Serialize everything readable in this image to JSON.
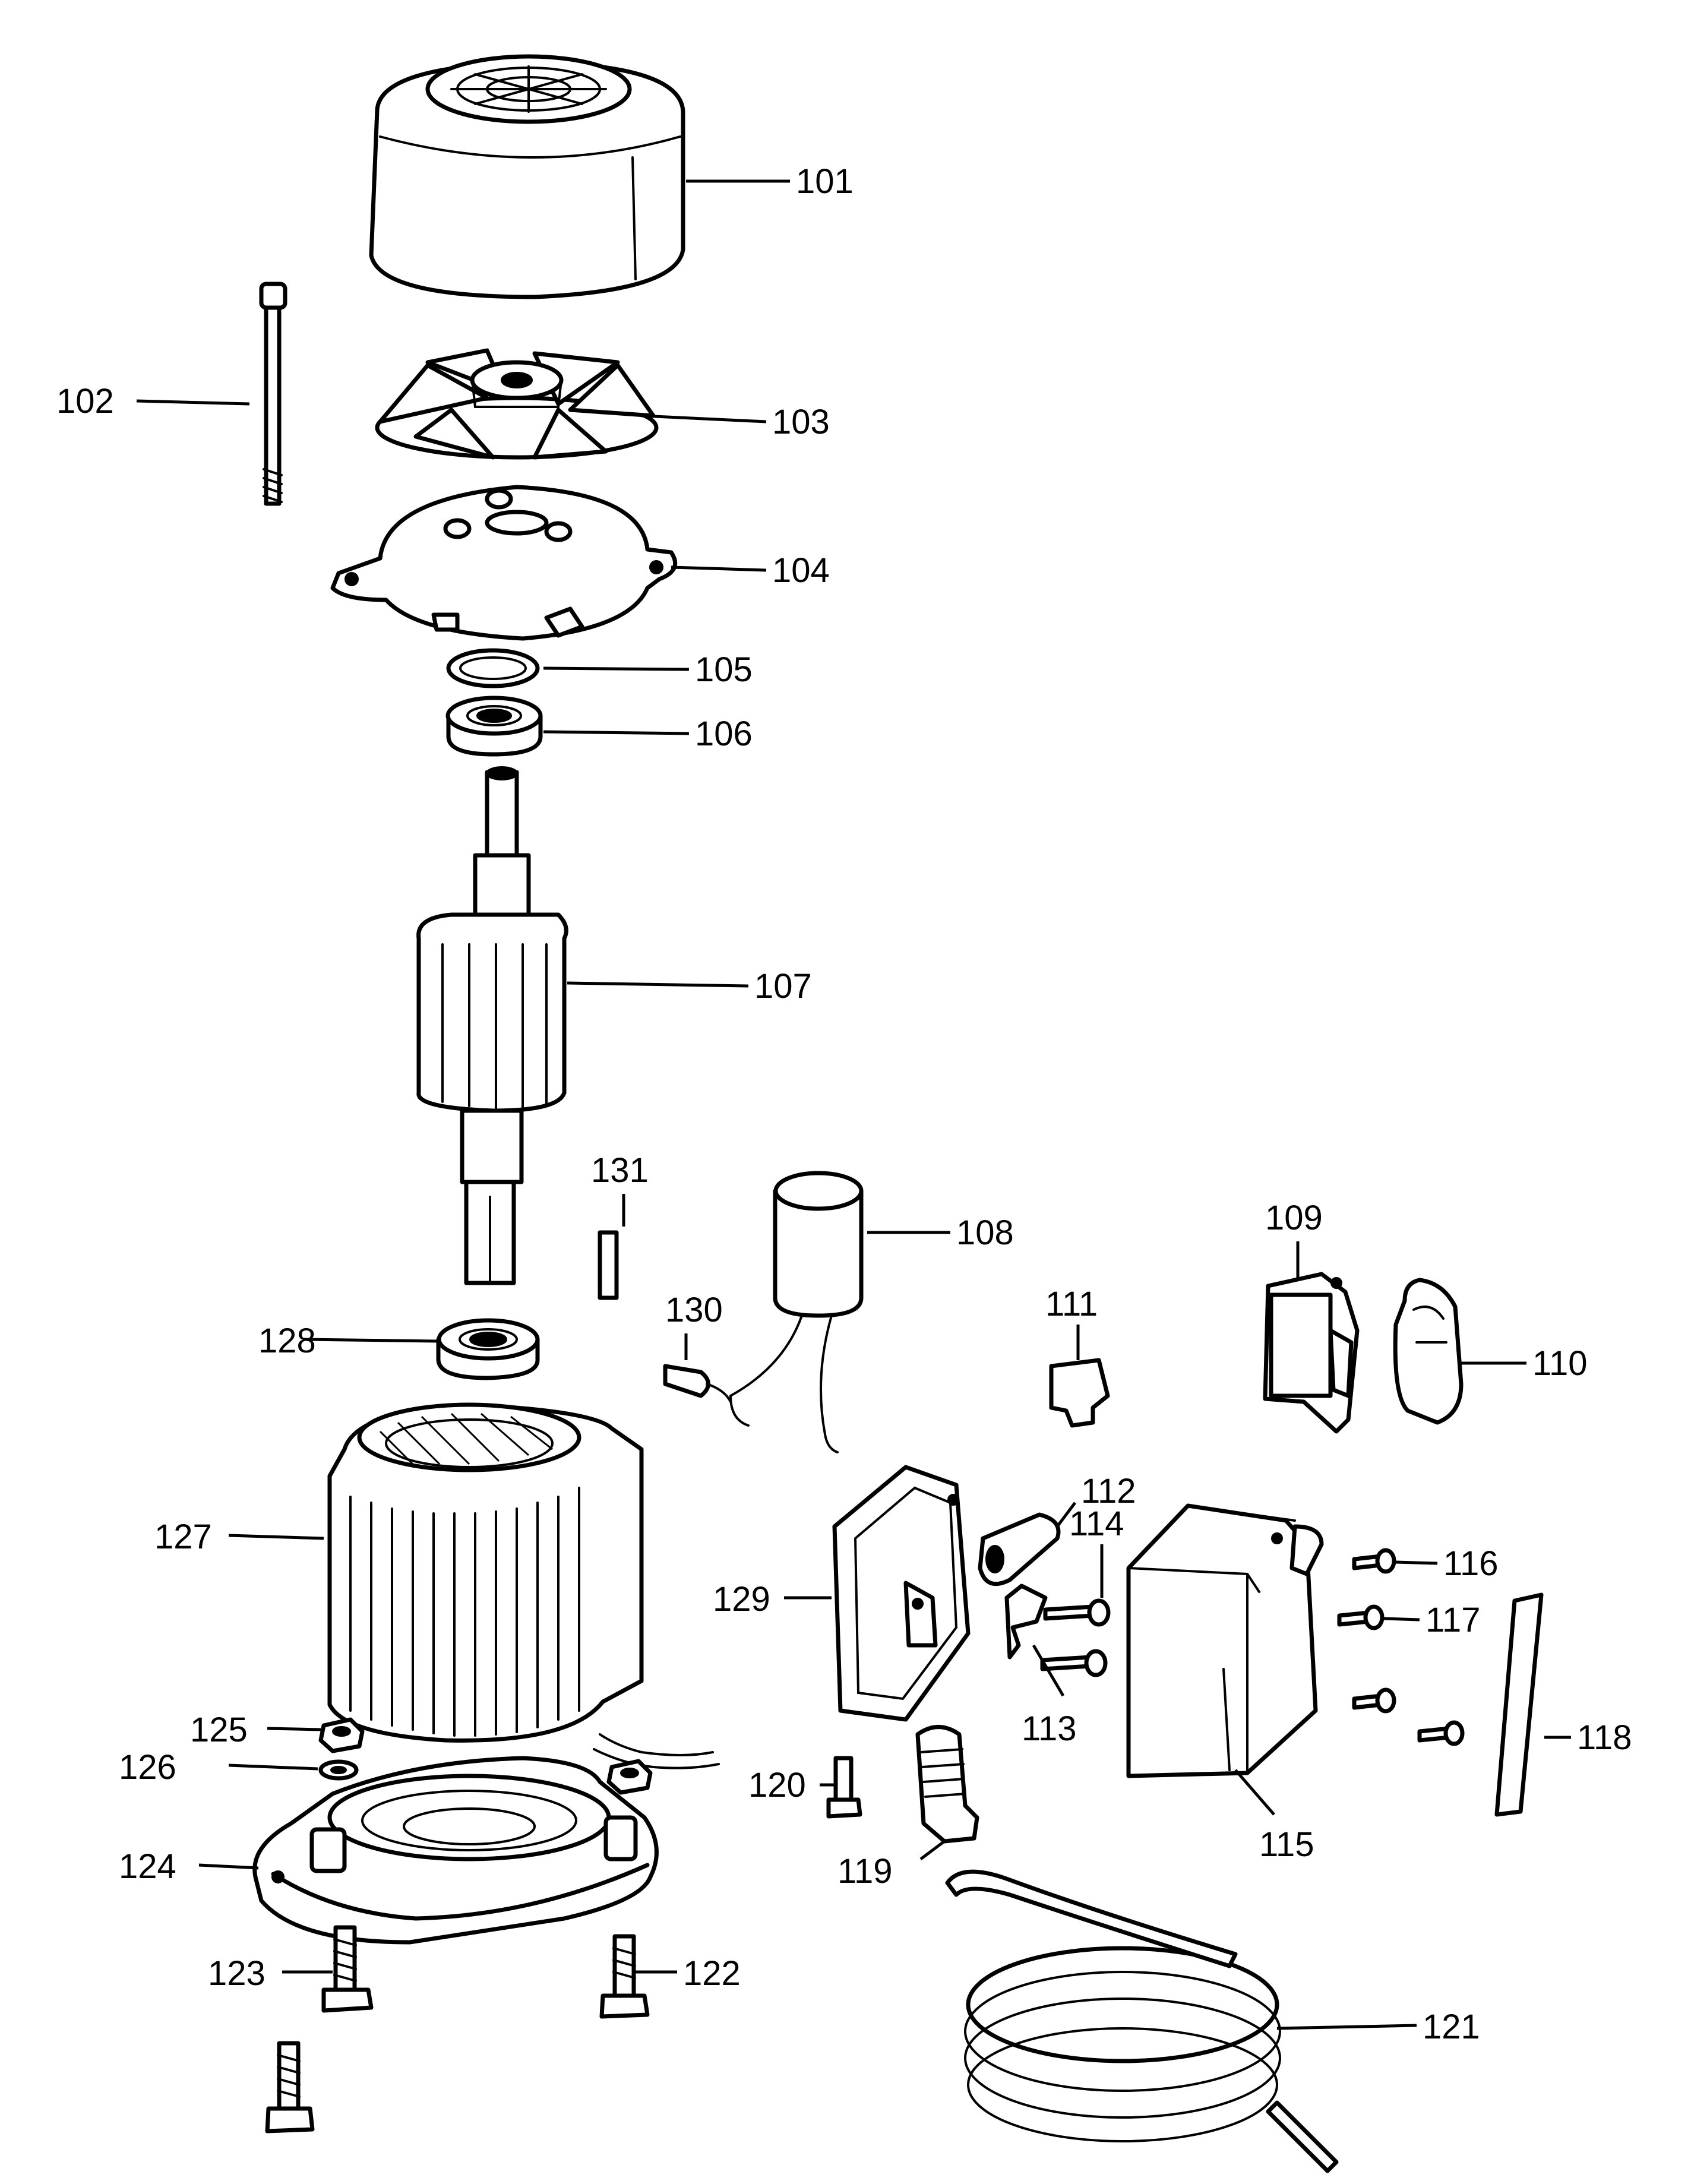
{
  "colors": {
    "ink": "#000000",
    "paper": "#ffffff"
  },
  "parts": [
    {
      "id": "101",
      "label": "101"
    },
    {
      "id": "102",
      "label": "102"
    },
    {
      "id": "103",
      "label": "103"
    },
    {
      "id": "104",
      "label": "104"
    },
    {
      "id": "105",
      "label": "105"
    },
    {
      "id": "106",
      "label": "106"
    },
    {
      "id": "107",
      "label": "107"
    },
    {
      "id": "108",
      "label": "108"
    },
    {
      "id": "109",
      "label": "109"
    },
    {
      "id": "110",
      "label": "110"
    },
    {
      "id": "111",
      "label": "111"
    },
    {
      "id": "112",
      "label": "112"
    },
    {
      "id": "113",
      "label": "113"
    },
    {
      "id": "114",
      "label": "114"
    },
    {
      "id": "115",
      "label": "115"
    },
    {
      "id": "116",
      "label": "116"
    },
    {
      "id": "117",
      "label": "117"
    },
    {
      "id": "118",
      "label": "118"
    },
    {
      "id": "119",
      "label": "119"
    },
    {
      "id": "120",
      "label": "120"
    },
    {
      "id": "121",
      "label": "121"
    },
    {
      "id": "122",
      "label": "122"
    },
    {
      "id": "123",
      "label": "123"
    },
    {
      "id": "124",
      "label": "124"
    },
    {
      "id": "125",
      "label": "125"
    },
    {
      "id": "126",
      "label": "126"
    },
    {
      "id": "127",
      "label": "127"
    },
    {
      "id": "128",
      "label": "128"
    },
    {
      "id": "129",
      "label": "129"
    },
    {
      "id": "130",
      "label": "130"
    },
    {
      "id": "131",
      "label": "131"
    }
  ]
}
